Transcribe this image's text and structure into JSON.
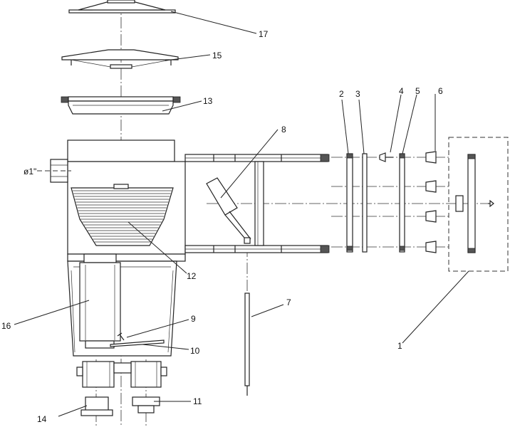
{
  "labels": {
    "l1": "1",
    "l2": "2",
    "l3": "3",
    "l4": "4",
    "l5": "5",
    "l6": "6",
    "l7": "7",
    "l8": "8",
    "l9": "9",
    "l10": "10",
    "l11": "11",
    "l12": "12",
    "l13": "13",
    "l14": "14",
    "l15": "15",
    "l16": "16",
    "l17": "17"
  },
  "inlet_size": "ø1\""
}
